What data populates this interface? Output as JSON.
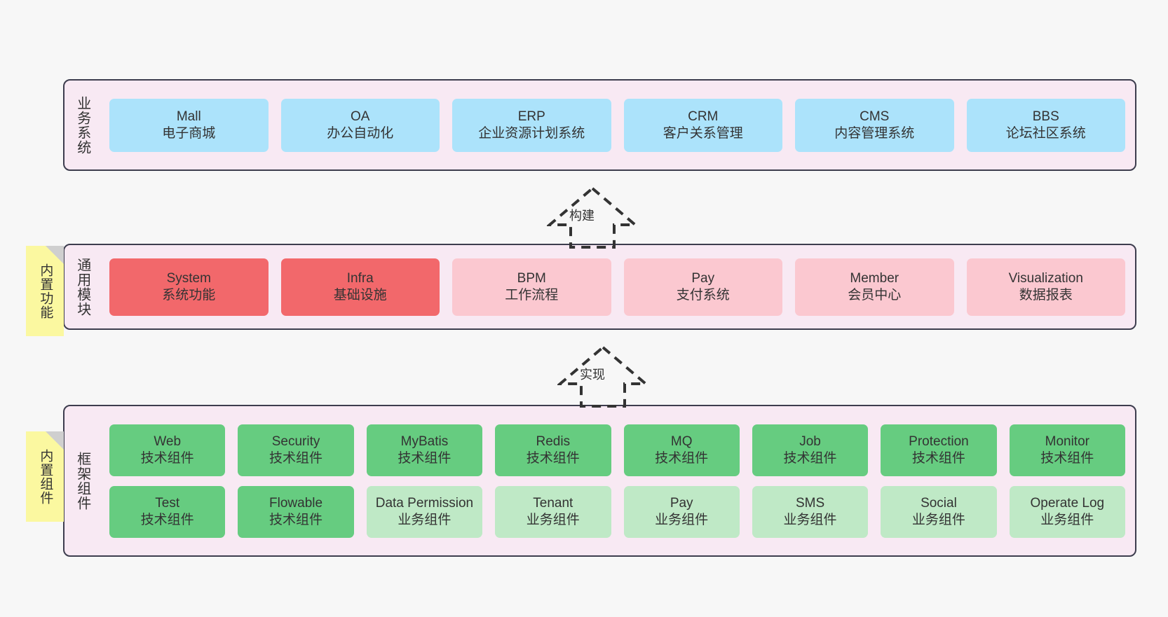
{
  "diagram": {
    "background": "#f7f7f7",
    "band_fill": "#f8e9f3",
    "band_stroke": "#3d3d4e",
    "note_fill": "#fbf8a0",
    "note_fold": "#cfcfcf"
  },
  "layers": [
    {
      "id": "business-system",
      "title": "业务系统",
      "note": null,
      "color": "#ace3fb",
      "rows": [
        [
          {
            "name": "Mall",
            "desc": "电子商城",
            "style": "biz"
          },
          {
            "name": "OA",
            "desc": "办公自动化",
            "style": "biz"
          },
          {
            "name": "ERP",
            "desc": "企业资源计划系统",
            "style": "biz"
          },
          {
            "name": "CRM",
            "desc": "客户关系管理",
            "style": "biz"
          },
          {
            "name": "CMS",
            "desc": "内容管理系统",
            "style": "biz"
          },
          {
            "name": "BBS",
            "desc": "论坛社区系统",
            "style": "biz"
          }
        ]
      ]
    },
    {
      "id": "common-module",
      "title": "通用模块",
      "note": "内置功能",
      "rows": [
        [
          {
            "name": "System",
            "desc": "系统功能",
            "style": "mod"
          },
          {
            "name": "Infra",
            "desc": "基础设施",
            "style": "mod"
          },
          {
            "name": "BPM",
            "desc": "工作流程",
            "style": "mod-light"
          },
          {
            "name": "Pay",
            "desc": "支付系统",
            "style": "mod-light"
          },
          {
            "name": "Member",
            "desc": "会员中心",
            "style": "mod-light"
          },
          {
            "name": "Visualization",
            "desc": "数据报表",
            "style": "mod-light"
          }
        ]
      ]
    },
    {
      "id": "framework-component",
      "title": "框架组件",
      "note": "内置组件",
      "rows": [
        [
          {
            "name": "Web",
            "desc": "技术组件",
            "style": "comp-tech"
          },
          {
            "name": "Security",
            "desc": "技术组件",
            "style": "comp-tech"
          },
          {
            "name": "MyBatis",
            "desc": "技术组件",
            "style": "comp-tech"
          },
          {
            "name": "Redis",
            "desc": "技术组件",
            "style": "comp-tech"
          },
          {
            "name": "MQ",
            "desc": "技术组件",
            "style": "comp-tech"
          },
          {
            "name": "Job",
            "desc": "技术组件",
            "style": "comp-tech"
          },
          {
            "name": "Protection",
            "desc": "技术组件",
            "style": "comp-tech"
          },
          {
            "name": "Monitor",
            "desc": "技术组件",
            "style": "comp-tech"
          }
        ],
        [
          {
            "name": "Test",
            "desc": "技术组件",
            "style": "comp-tech"
          },
          {
            "name": "Flowable",
            "desc": "技术组件",
            "style": "comp-tech"
          },
          {
            "name": "Data Permission",
            "desc": "业务组件",
            "style": "comp-biz"
          },
          {
            "name": "Tenant",
            "desc": "业务组件",
            "style": "comp-biz"
          },
          {
            "name": "Pay",
            "desc": "业务组件",
            "style": "comp-biz"
          },
          {
            "name": "SMS",
            "desc": "业务组件",
            "style": "comp-biz"
          },
          {
            "name": "Social",
            "desc": "业务组件",
            "style": "comp-biz"
          },
          {
            "name": "Operate Log",
            "desc": "业务组件",
            "style": "comp-biz"
          }
        ]
      ]
    }
  ],
  "connectors": [
    {
      "id": "build",
      "label": "构建"
    },
    {
      "id": "implement",
      "label": "实现"
    }
  ]
}
